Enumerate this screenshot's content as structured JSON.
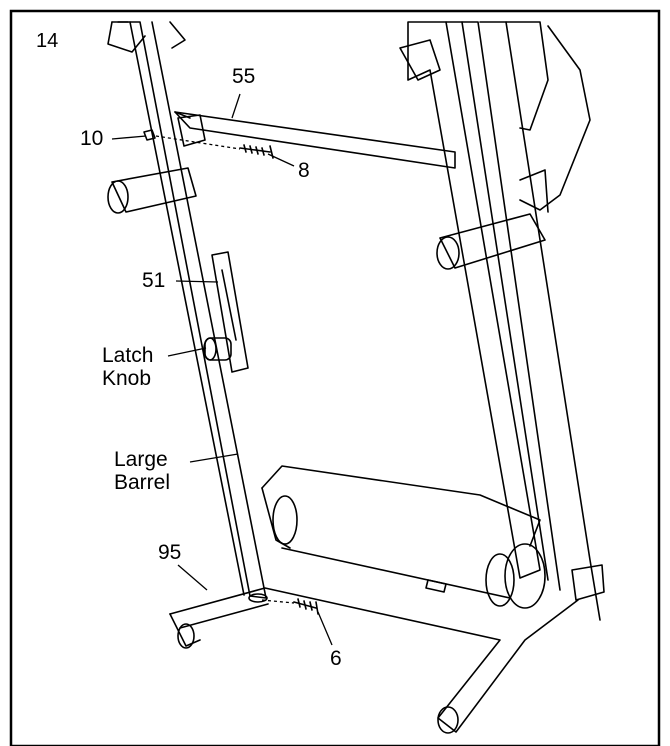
{
  "step_number": "14",
  "callouts": {
    "p55": "55",
    "p10": "10",
    "p8": "8",
    "p51": "51",
    "latch_line1": "Latch",
    "latch_line2": "Knob",
    "barrel_line1": "Large",
    "barrel_line2": "Barrel",
    "p95": "95",
    "p6": "6"
  },
  "colors": {
    "ink": "#000000",
    "paper": "#ffffff"
  }
}
